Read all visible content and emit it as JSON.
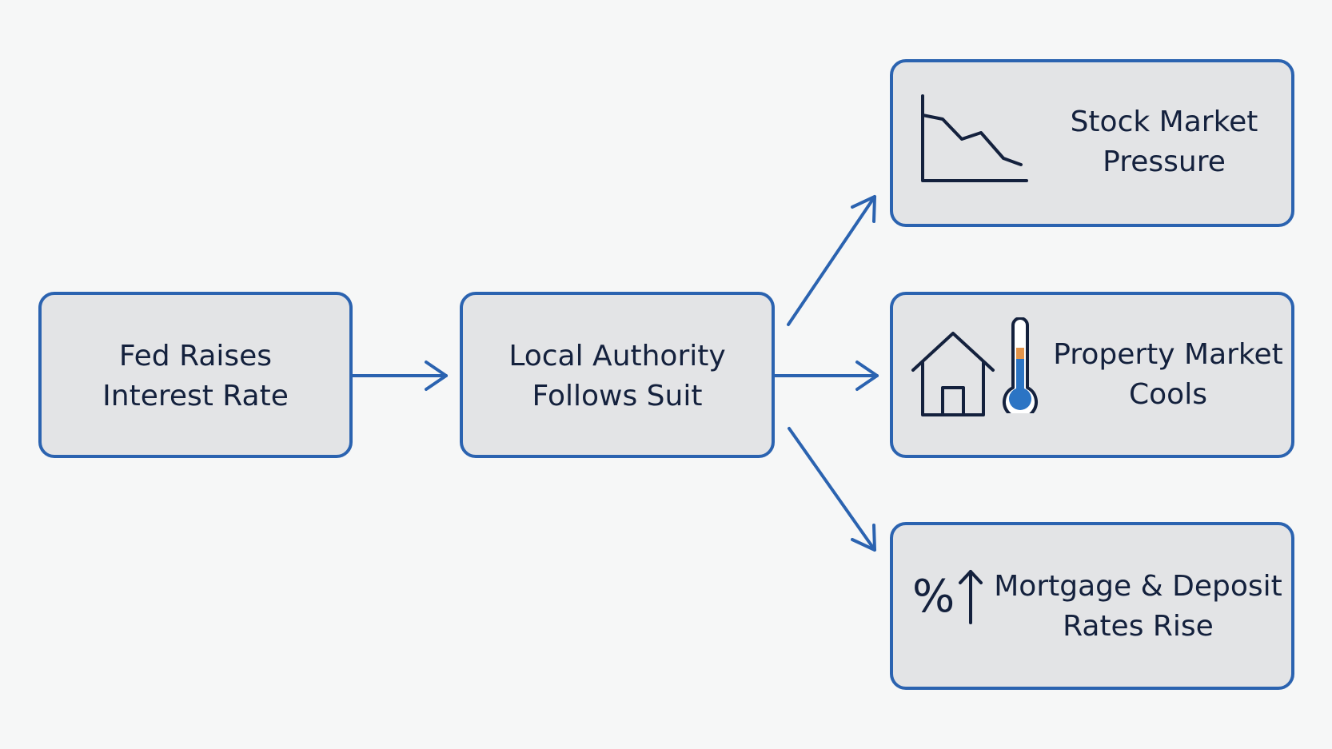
{
  "diagram": {
    "nodes": {
      "fed": {
        "line1": "Fed Raises",
        "line2": "Interest Rate"
      },
      "local": {
        "line1": "Local Authority",
        "line2": "Follows Suit"
      },
      "stock": {
        "line1": "Stock Market",
        "line2": "Pressure",
        "icon": "declining-chart-icon"
      },
      "property": {
        "line1": "Property Market",
        "line2": "Cools",
        "icon": "house-icon",
        "icon2": "thermometer-icon"
      },
      "mortgage": {
        "line1": "Mortgage & Deposit",
        "line2": "Rates Rise",
        "icon_text": "%",
        "icon": "up-arrow-icon"
      }
    },
    "edges": [
      {
        "from": "fed",
        "to": "local"
      },
      {
        "from": "local",
        "to": "stock"
      },
      {
        "from": "local",
        "to": "property"
      },
      {
        "from": "local",
        "to": "mortgage"
      }
    ]
  },
  "colors": {
    "border": "#2b63b0",
    "node_fill": "#e3e4e6",
    "text": "#14213d",
    "arrow": "#2b63b0",
    "thermo_fill": "#2b74c4",
    "thermo_accent": "#e3944a",
    "background": "#f6f7f7"
  }
}
